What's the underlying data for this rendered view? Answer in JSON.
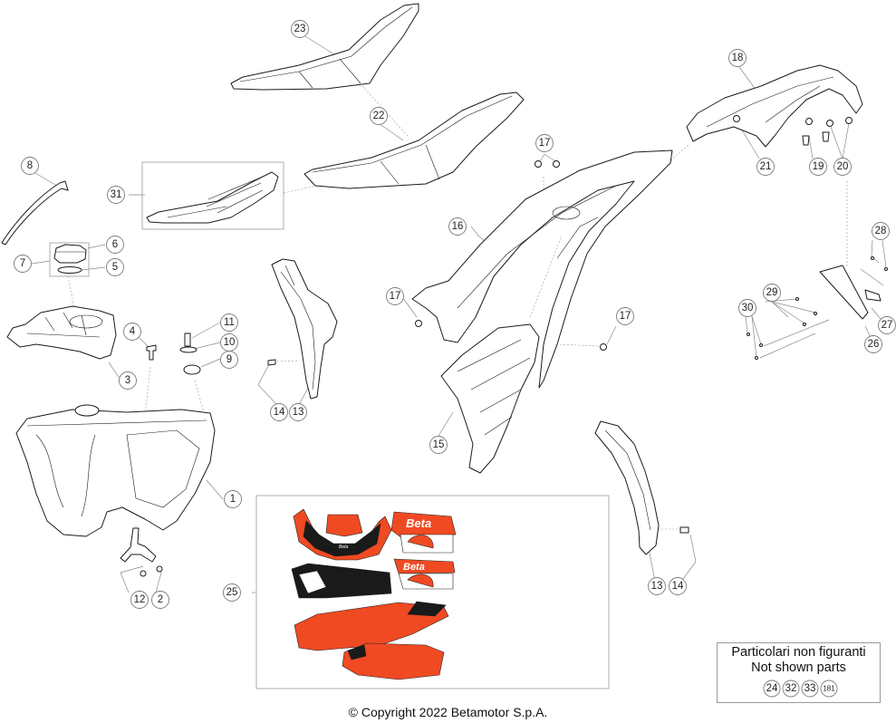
{
  "callouts": {
    "c1": "1",
    "c2": "2",
    "c3": "3",
    "c4": "4",
    "c5": "5",
    "c6": "6",
    "c7": "7",
    "c8": "8",
    "c9": "9",
    "c10": "10",
    "c11": "11",
    "c12": "12",
    "c13a": "13",
    "c13b": "13",
    "c14a": "14",
    "c14b": "14",
    "c15": "15",
    "c16": "16",
    "c17a": "17",
    "c17b": "17",
    "c17c": "17",
    "c18": "18",
    "c19": "19",
    "c20": "20",
    "c21": "21",
    "c22": "22",
    "c23": "23",
    "c25": "25",
    "c26": "26",
    "c27": "27",
    "c28": "28",
    "c29": "29",
    "c30": "30",
    "c31": "31"
  },
  "decals": {
    "brand": "Beta",
    "tag": "Beta"
  },
  "not_shown": {
    "line1": "Particolari non figuranti",
    "line2": "Not shown parts",
    "parts": [
      "24",
      "32",
      "33",
      "181"
    ]
  },
  "copyright": "© Copyright 2022 Betamotor S.p.A."
}
